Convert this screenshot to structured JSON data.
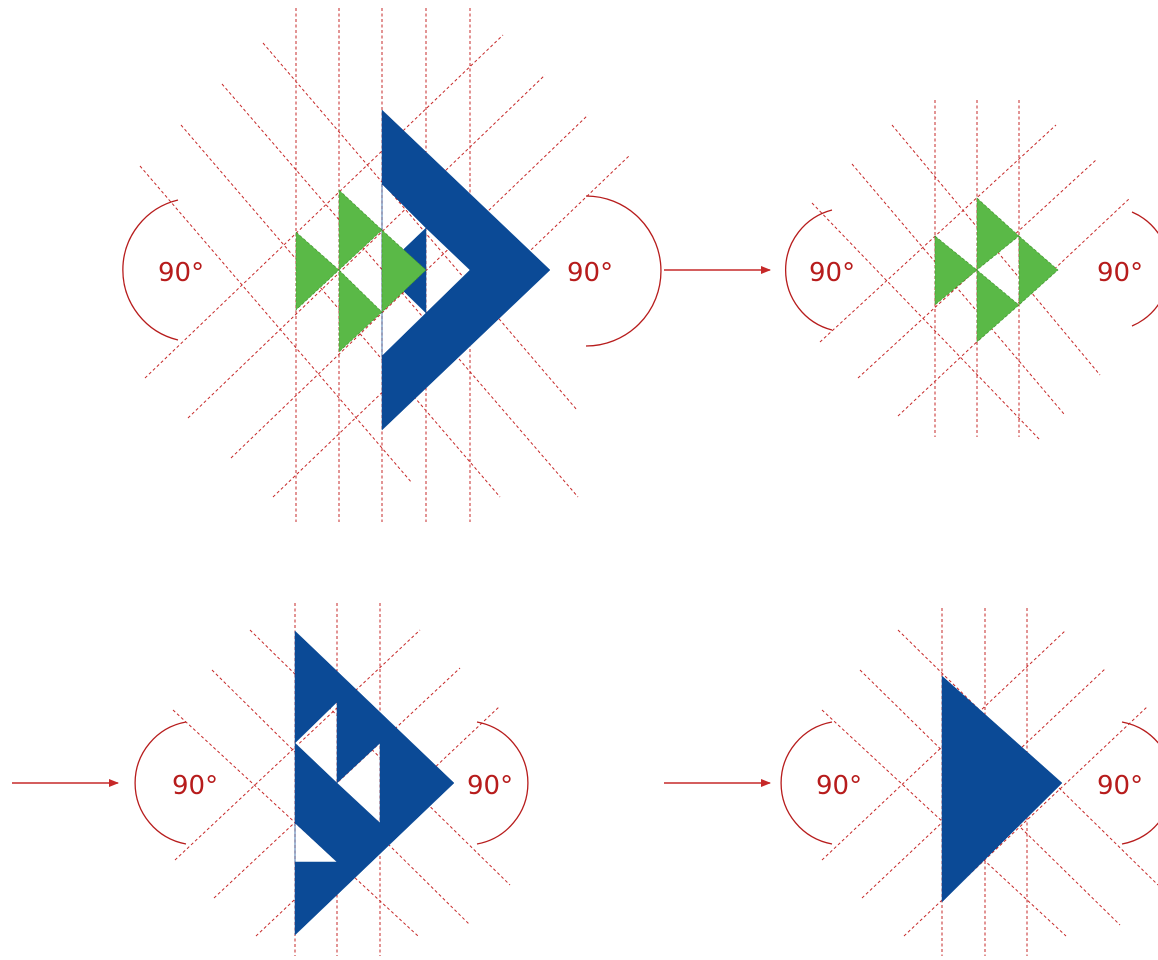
{
  "colors": {
    "blue": "#0b4a96",
    "green": "#5ab947",
    "guide_red": "#c62828",
    "label_red": "#b71c1c"
  },
  "angle_label": "90°",
  "panels": [
    {
      "id": "top-left",
      "angle_labels": [
        "90°",
        "90°"
      ],
      "shapes": [
        "blue-triangle-with-holes",
        "green-triangles"
      ]
    },
    {
      "id": "top-right",
      "angle_labels": [
        "90°",
        "90°"
      ],
      "shapes": [
        "green-triangles"
      ]
    },
    {
      "id": "bottom-left",
      "angle_labels": [
        "90°",
        "90°"
      ],
      "shapes": [
        "blue-triangle-with-holes"
      ]
    },
    {
      "id": "bottom-right",
      "angle_labels": [
        "90°",
        "90°"
      ],
      "shapes": [
        "blue-triangle"
      ]
    }
  ],
  "arrows": [
    "arrow-to-top-right",
    "arrow-to-bottom-left",
    "arrow-to-bottom-right"
  ]
}
